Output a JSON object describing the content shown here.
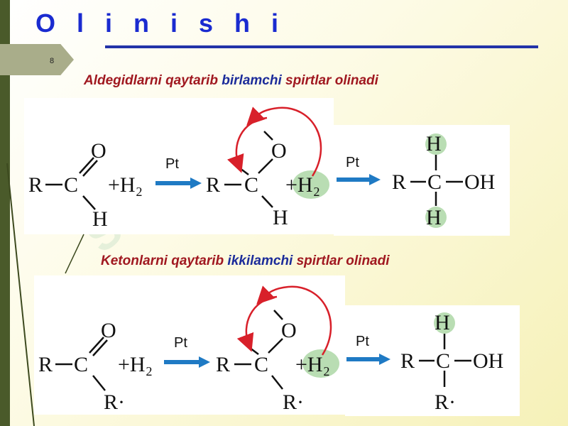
{
  "title": "O l i n i s h i",
  "page_number": "8",
  "caption1": {
    "a": "Aldegidlarni qaytarib ",
    "b": "birlamchi",
    "c": " spirtlar olinadi"
  },
  "caption2": {
    "a": "Ketonlarni qaytarib ",
    "b": "ikkilamchi",
    "c": " spirtlar olinadi"
  },
  "catalyst": "Pt",
  "chem": {
    "R": "R",
    "C": "C",
    "O": "O",
    "H": "H",
    "OH": "OH",
    "H2": "+H₂",
    "Rp": "R·"
  },
  "watermark": "SOFT",
  "colors": {
    "title": "#1a2bd0",
    "caption": "#a01820",
    "highlight": "#1c2c9a",
    "arrow": "#1f7ac4",
    "curve": "#d8202a",
    "glow": "#a8d5a0"
  }
}
